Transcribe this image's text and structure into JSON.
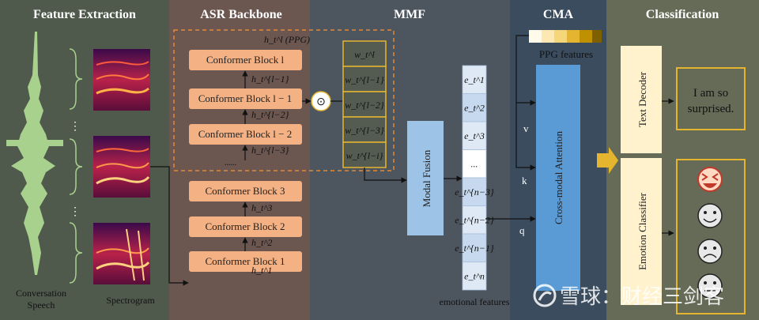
{
  "sections": {
    "feature_extraction": "Feature Extraction",
    "asr_backbone": "ASR Backbone",
    "mmf": "MMF",
    "cma": "CMA",
    "classification": "Classification"
  },
  "labels": {
    "conversation": "Conversation",
    "speech": "Speech",
    "spectrogram": "Spectrogram",
    "ppg_tag": "h_t^l (PPG)",
    "ppg_features": "PPG features",
    "emotional_features": "emotional features",
    "v": "v",
    "k": "k",
    "q": "q",
    "dots": "⋮",
    "hdots": "......",
    "odot": "⊙"
  },
  "conformer_blocks": [
    "Conformer Block l",
    "Conformer Block l − 1",
    "Conformer Block l − 2",
    "Conformer Block 3",
    "Conformer Block 2",
    "Conformer Block 1"
  ],
  "h_labels": [
    "h_t^{l−1}",
    "h_t^{l−2}",
    "h_t^{l−3}",
    "h_t^3",
    "h_t^2",
    "h_t^1"
  ],
  "weights": [
    "w_t^l",
    "w_t^{l−1}",
    "w_t^{l−2}",
    "w_t^{l−3}",
    "w_t^{l−i}"
  ],
  "emotion_feats": [
    "e_t^1",
    "e_t^2",
    "e_t^3",
    "...",
    "e_t^{n−3}",
    "e_t^{n−2}",
    "e_t^{n−1}",
    "e_t^n"
  ],
  "modules": {
    "modal_fusion": "Modal Fusion",
    "cross_modal": "Cross-modal Attention",
    "text_decoder": "Text Decoder",
    "emotion_classifier": "Emotion Classifier"
  },
  "output_text": [
    "I am so",
    "surprised."
  ],
  "watermark": "雪球：财经三剑客",
  "colors": {
    "fe_bg": "#4f5a4c",
    "asr_bg": "#6b5650",
    "mmf_bg": "#4d555e",
    "cma_bg": "#3b4c5e",
    "cls_bg": "#666b58",
    "conformer": "#f4b184",
    "weight_box": "#545b50",
    "weight_border": "#e6b530",
    "fusion": "#9dc3e6",
    "cma_box": "#5b9bd5",
    "decoder": "#fff2cc",
    "accent_yellow": "#e6b530",
    "waveform": "#a9d18e"
  }
}
